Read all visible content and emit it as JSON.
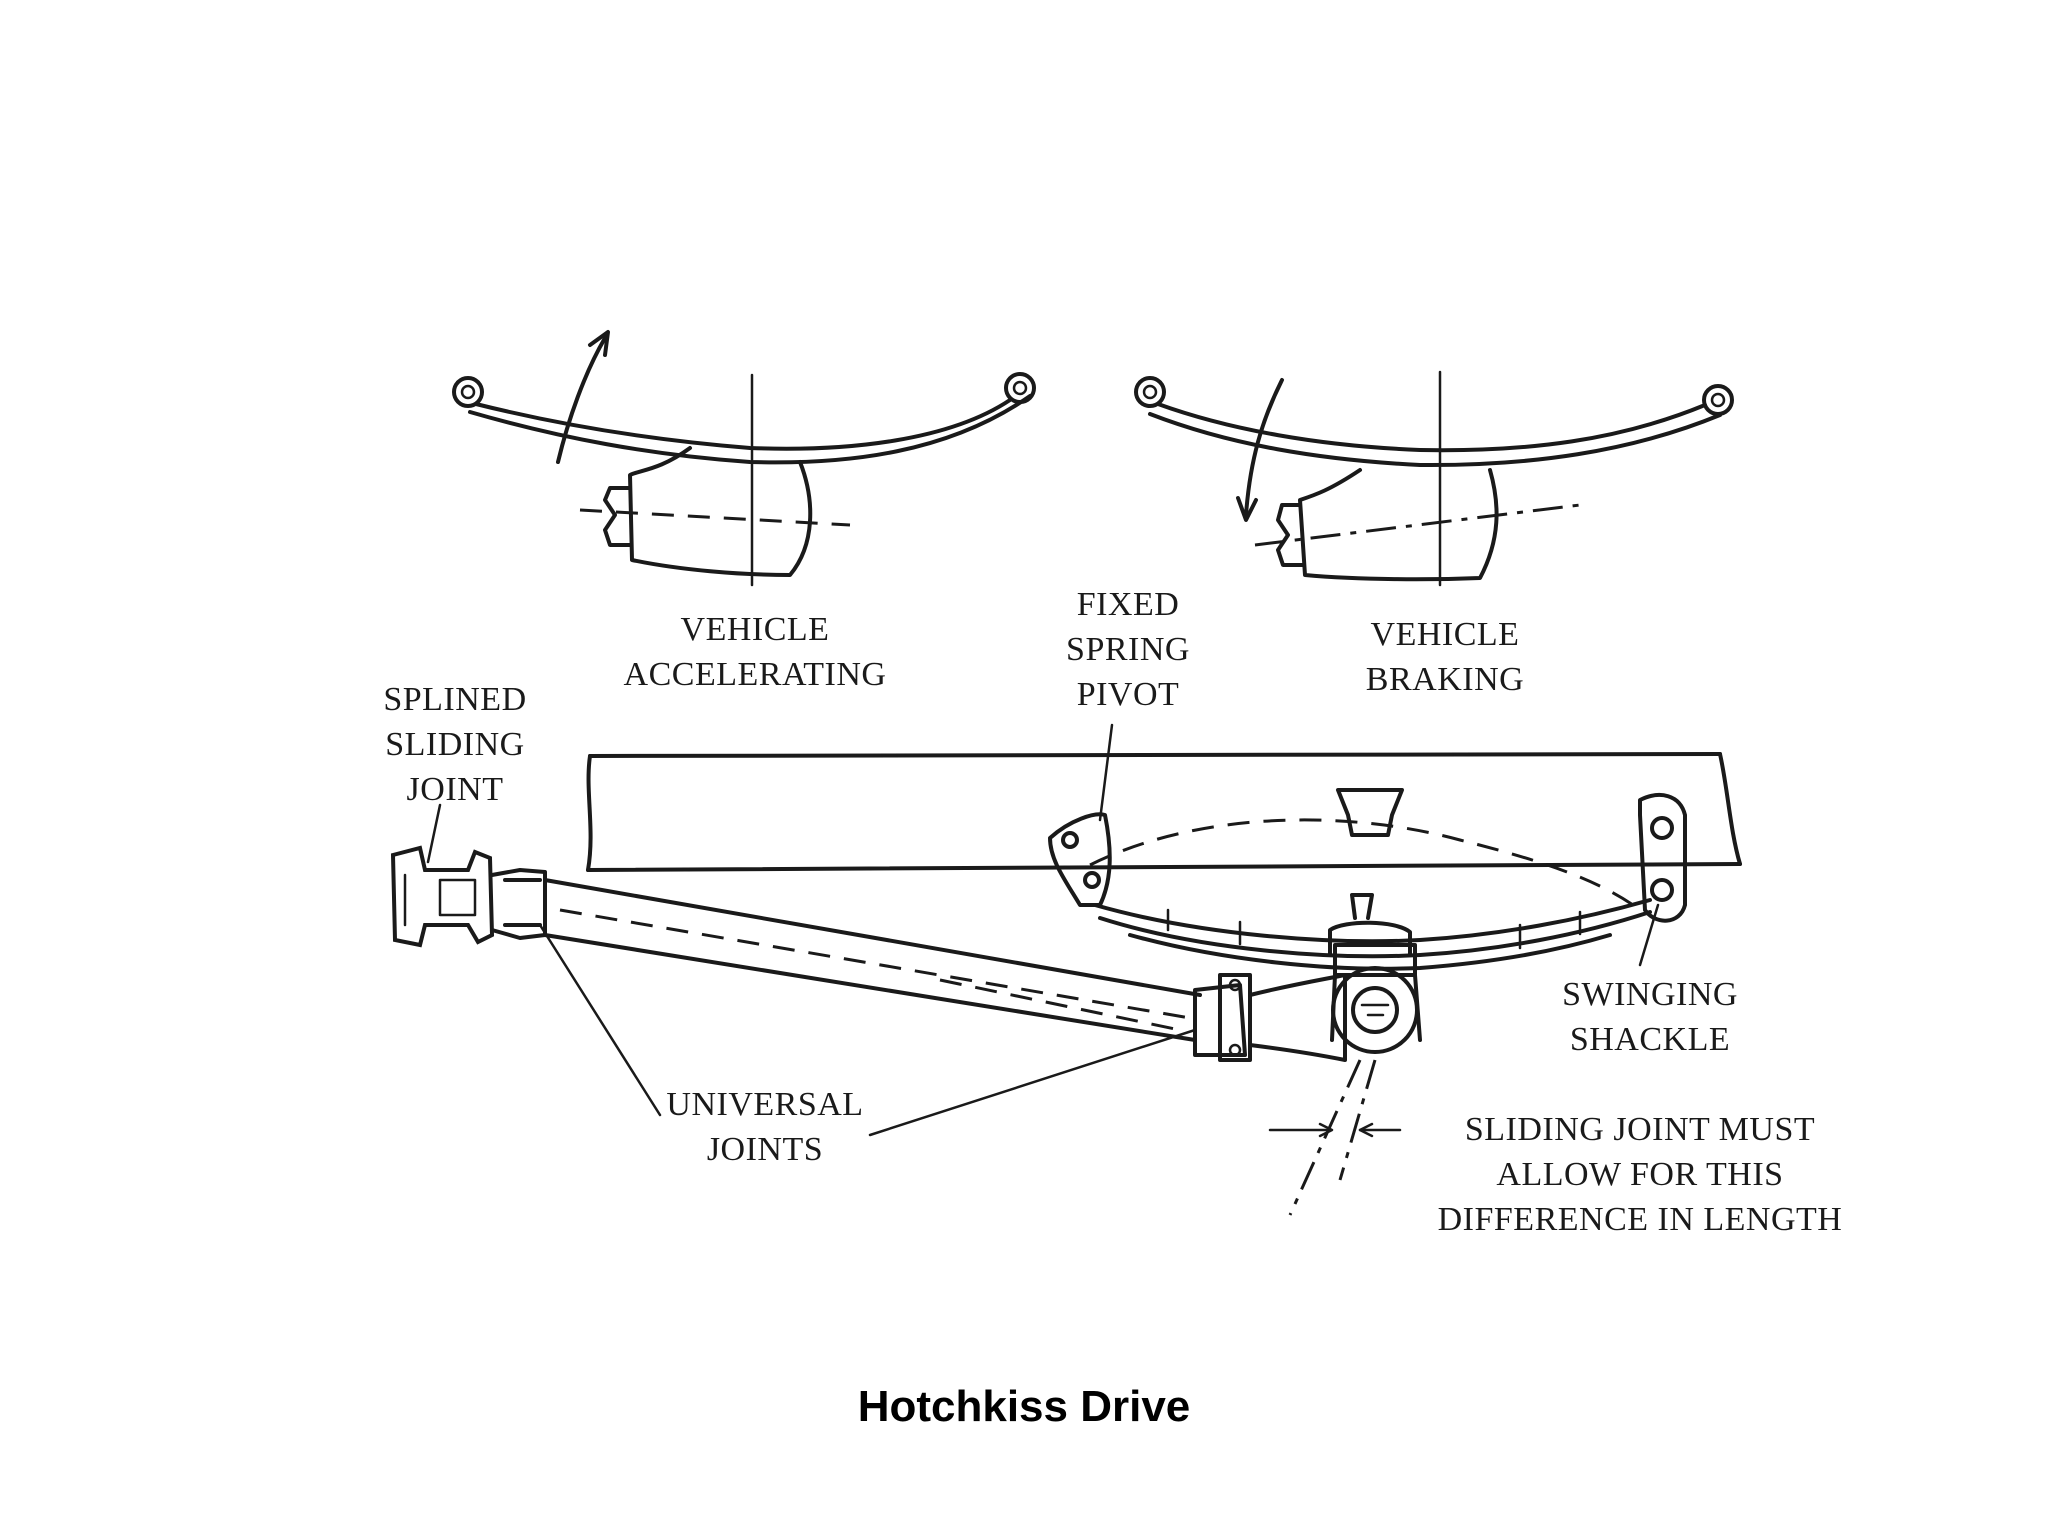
{
  "caption": "Hotchkiss Drive",
  "labels": {
    "vehicle_accelerating": [
      "VEHICLE",
      "ACCELERATING"
    ],
    "vehicle_braking": [
      "VEHICLE",
      "BRAKING"
    ],
    "fixed_spring_pivot": [
      "FIXED",
      "SPRING",
      "PIVOT"
    ],
    "splined_sliding_joint": [
      "SPLINED",
      "SLIDING",
      "JOINT"
    ],
    "swinging_shackle": [
      "SWINGING",
      "SHACKLE"
    ],
    "universal_joints": [
      "UNIVERSAL",
      "JOINTS"
    ],
    "sliding_joint_note": [
      "SLIDING JOINT MUST",
      "ALLOW FOR THIS",
      "DIFFERENCE IN LENGTH"
    ]
  }
}
